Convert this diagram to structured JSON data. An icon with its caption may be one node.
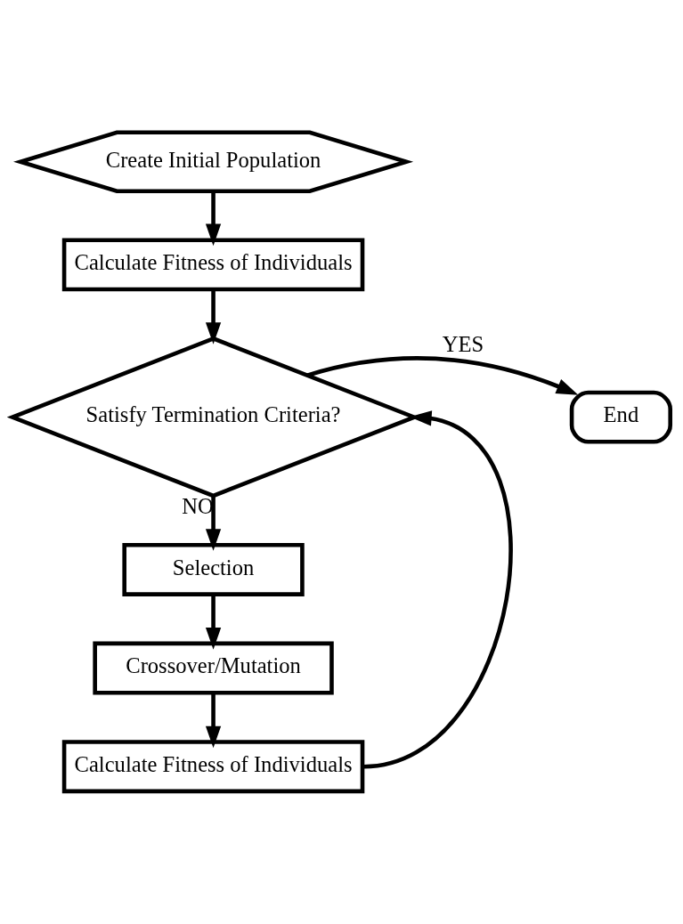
{
  "diagram": {
    "nodes": [
      {
        "text": [
          "Create Initial Population"
        ]
      },
      {
        "text": [
          "Calculate Fitness of Individuals"
        ]
      },
      {
        "text": [
          "Satisfy Termination Criteria?"
        ]
      },
      {
        "text": [
          "End"
        ]
      },
      {
        "text": [
          "Selection"
        ]
      },
      {
        "text": [
          "Crossover/Mutation"
        ]
      },
      {
        "text": [
          "Calculate Fitness of Individuals"
        ]
      }
    ],
    "edges": [
      {
        "from": 0,
        "to": 1,
        "arrow": "to"
      },
      {
        "from": 1,
        "to": 2,
        "arrow": "to"
      },
      {
        "from": 2,
        "to": 3,
        "arrow": "to",
        "label": "YES"
      },
      {
        "from": 2,
        "to": 4,
        "arrow": "to",
        "label": "NO"
      },
      {
        "from": 4,
        "to": 5,
        "arrow": "to"
      },
      {
        "from": 5,
        "to": 6,
        "arrow": "to"
      },
      {
        "from": 6,
        "to": 2,
        "arrow": "to"
      }
    ]
  }
}
